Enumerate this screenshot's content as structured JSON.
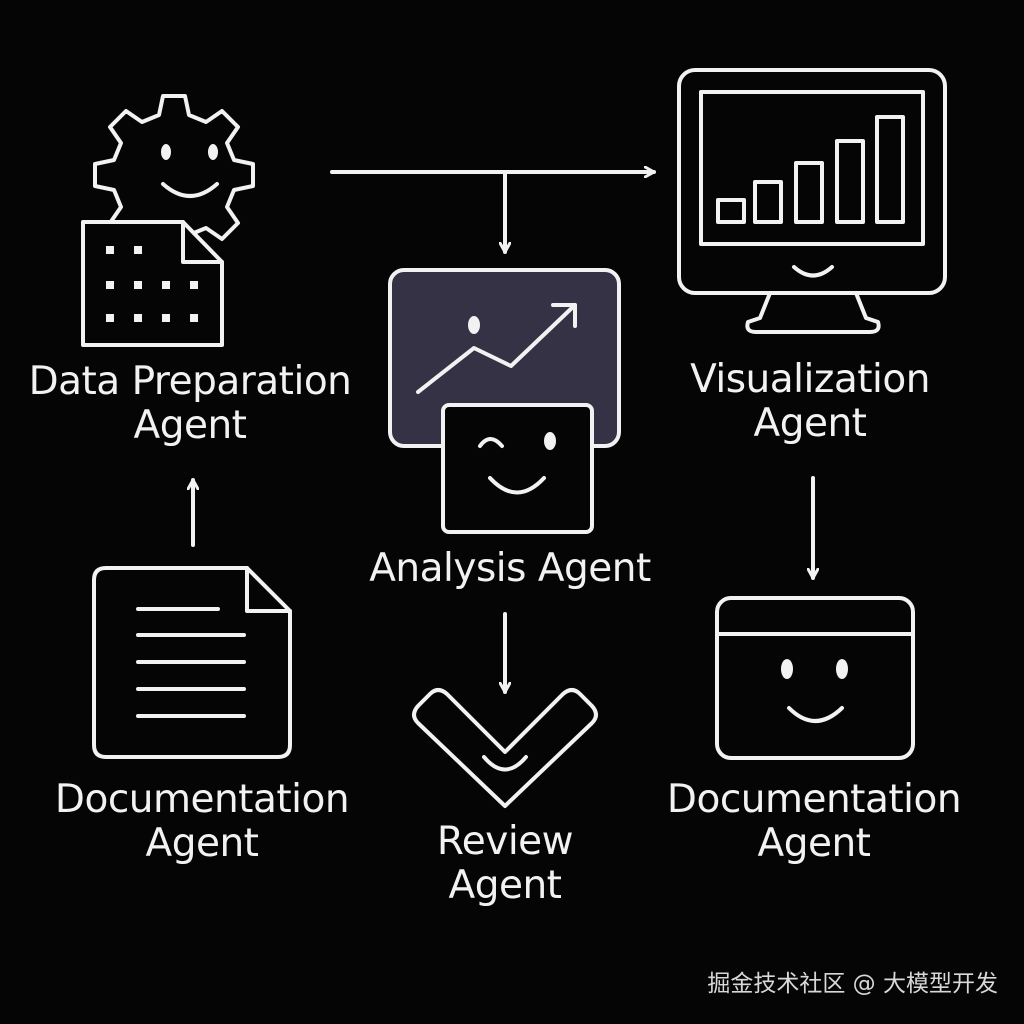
{
  "diagram": {
    "background": "#050505",
    "stroke_color": "#f2f2f2",
    "analysis_fill": "#363246",
    "nodes": [
      {
        "id": "data-prep",
        "icon": "gear-face-with-grid-document-icon",
        "label_lines": [
          "Data Preparation",
          "Agent"
        ]
      },
      {
        "id": "analysis",
        "icon": "chart-screen-with-face-icon",
        "label_lines": [
          "Analysis Agent"
        ]
      },
      {
        "id": "visualization",
        "icon": "monitor-bar-chart-icon",
        "label_lines": [
          "Visualization",
          "Agent"
        ]
      },
      {
        "id": "documentation-left",
        "icon": "text-document-icon",
        "label_lines": [
          "Documentation",
          "Agent"
        ]
      },
      {
        "id": "review",
        "icon": "checkmark-face-icon",
        "label_lines": [
          "Review",
          "Agent"
        ]
      },
      {
        "id": "documentation-right",
        "icon": "window-face-icon",
        "label_lines": [
          "Documentation",
          "Agent"
        ]
      }
    ],
    "edges": [
      {
        "from": "data-prep",
        "to": "visualization"
      },
      {
        "from": "data-prep",
        "to": "analysis"
      },
      {
        "from": "documentation-left",
        "to": "data-prep"
      },
      {
        "from": "analysis",
        "to": "review"
      },
      {
        "from": "visualization",
        "to": "documentation-right"
      }
    ]
  },
  "watermark": "掘金技术社区 @ 大模型开发"
}
